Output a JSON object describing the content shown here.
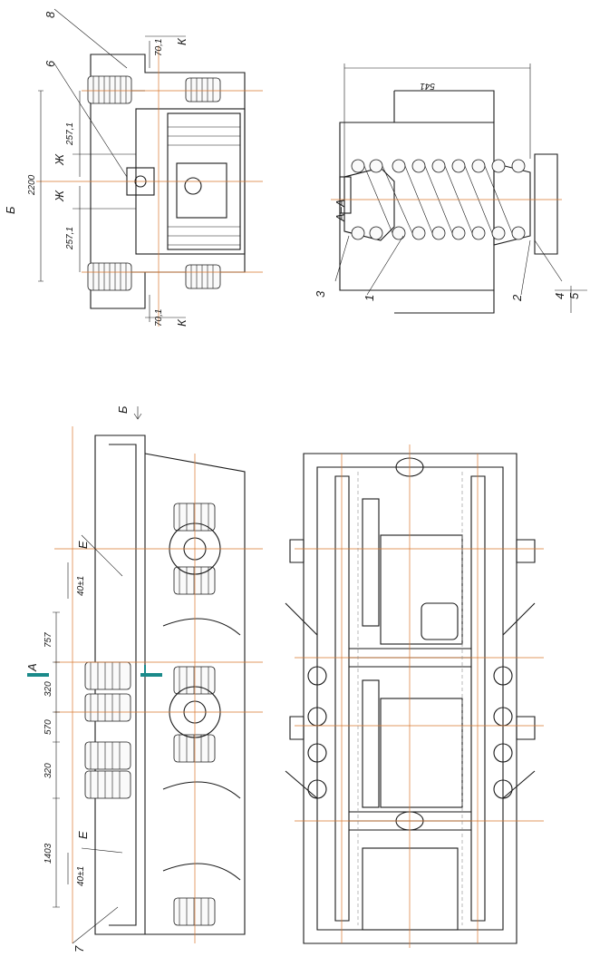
{
  "drawing": {
    "top_left_view": {
      "callouts": [
        "8",
        "6"
      ],
      "section_letters": {
        "b": "Б",
        "zh_upper": "Ж",
        "zh_lower": "Ж",
        "k_upper": "К",
        "k_lower": "К"
      },
      "dimensions": {
        "overall": "2200",
        "upper_offset": "257,1",
        "lower_offset": "257,1",
        "gap_upper": "70,1",
        "gap_lower": "70,1"
      }
    },
    "section_view": {
      "title": "А–А",
      "dimension": "541",
      "callouts": [
        "3",
        "1",
        "2",
        "4",
        "5"
      ]
    },
    "side_view": {
      "section_marker": "А",
      "view_marker": "Б",
      "callout": "7",
      "letters": {
        "e_upper": "Е",
        "e_lower": "Е"
      },
      "dimensions": {
        "d1": "757",
        "d2": "320",
        "d3": "570",
        "d4": "320",
        "d5": "1403",
        "d6": "40±1",
        "d7": "40±1"
      }
    },
    "plan_view": {}
  },
  "colors": {
    "line": "#1a1a1a",
    "axis": "#d9782f",
    "section_marker": "#1a8a8a"
  }
}
